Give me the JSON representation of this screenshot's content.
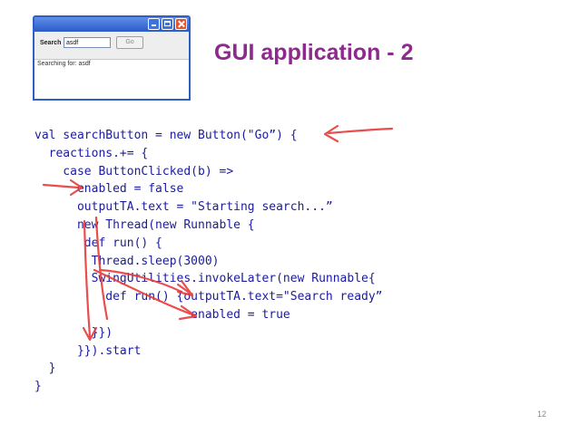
{
  "window": {
    "search_label": "Search",
    "search_value": "asdf",
    "go_label": "Go",
    "status": "Searching for: asdf"
  },
  "slide": {
    "title": "GUI application - 2",
    "page_number": "12"
  },
  "code_lines": [
    "val searchButton = new Button(\"Go”) {",
    "  reactions.+= {",
    "    case ButtonClicked(b) =>",
    "      enabled = false",
    "      outputTA.text = \"Starting search...”",
    "      new Thread(new Runnable {",
    "       def run() {",
    "        Thread.sleep(3000)",
    "        SwingUtilities.invokeLater(new Runnable{",
    "          def run() {outputTA.text=\"Search ready”",
    "                      enabled = true",
    "        }})",
    "      }}).start",
    "  }",
    "}"
  ],
  "colors": {
    "title": "#8e2a8e",
    "code": "#1b1b9e",
    "arrow": "#e83a3a"
  }
}
